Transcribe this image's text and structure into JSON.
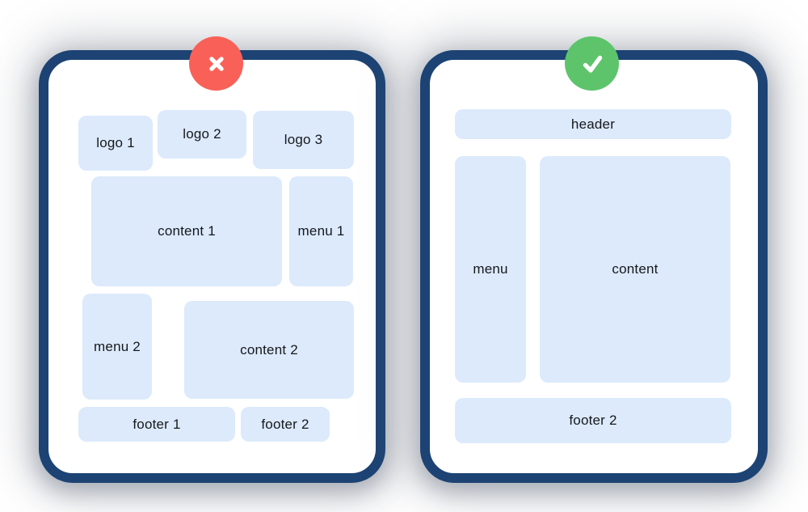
{
  "colors": {
    "panel_border": "#1c4373",
    "block_fill": "#dceafb",
    "block_text": "#16181d",
    "wrong_badge": "#f96057",
    "right_badge": "#5dc46b",
    "icon_stroke": "#ffffff"
  },
  "wrong_example": {
    "badge_icon": "x-icon",
    "blocks": [
      {
        "label": "logo 1"
      },
      {
        "label": "logo 2"
      },
      {
        "label": "logo 3"
      },
      {
        "label": "content 1"
      },
      {
        "label": "menu 1"
      },
      {
        "label": "menu 2"
      },
      {
        "label": "content 2"
      },
      {
        "label": "footer 1"
      },
      {
        "label": "footer 2"
      }
    ]
  },
  "good_example": {
    "badge_icon": "check-icon",
    "blocks": [
      {
        "label": "header"
      },
      {
        "label": "menu"
      },
      {
        "label": "content"
      },
      {
        "label": "footer 2"
      }
    ]
  }
}
